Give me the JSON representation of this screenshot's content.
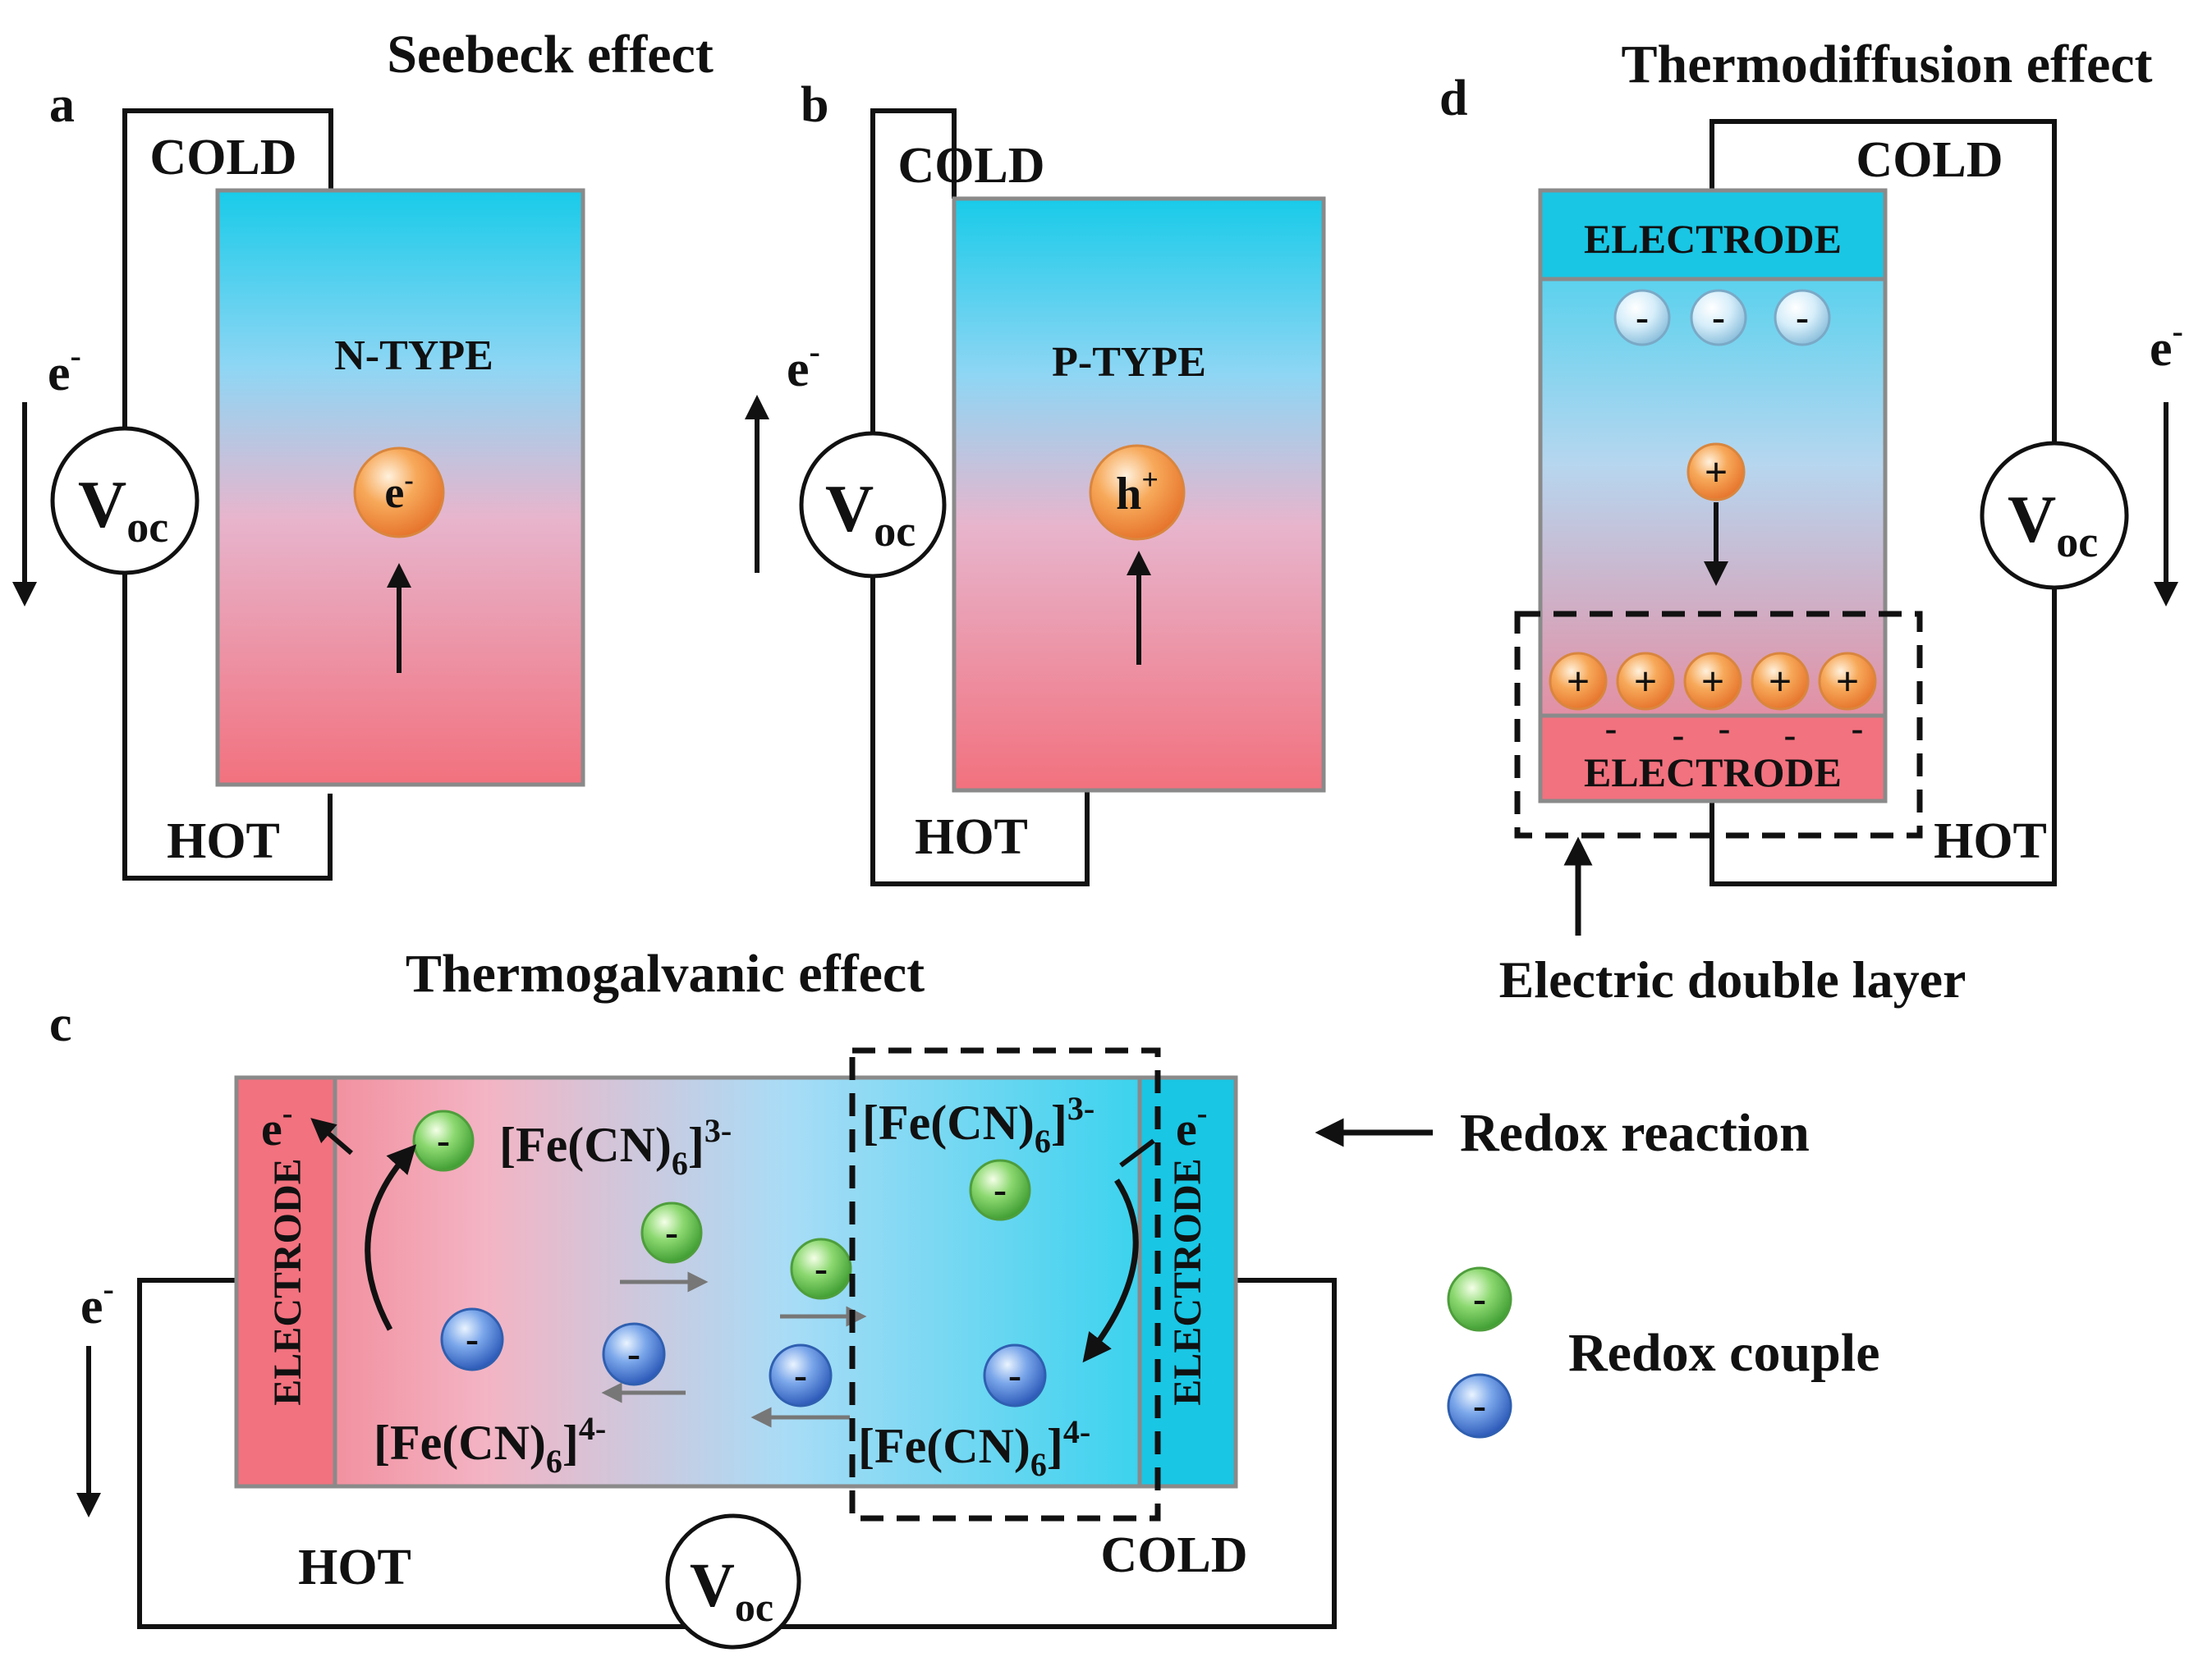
{
  "panels": {
    "a": {
      "letter": "a",
      "title": "Seebeck effect",
      "cold": "COLD",
      "hot": "HOT",
      "type": "N-TYPE",
      "carrier": "e",
      "carrier_sup": "-",
      "meter_v": "V",
      "meter_sub": "oc",
      "e": "e",
      "e_sup": "-"
    },
    "b": {
      "letter": "b",
      "cold": "COLD",
      "hot": "HOT",
      "type": "P-TYPE",
      "carrier": "h",
      "carrier_sup": "+",
      "meter_v": "V",
      "meter_sub": "oc",
      "e": "e",
      "e_sup": "-"
    },
    "c": {
      "letter": "c",
      "title": "Thermogalvanic effect",
      "hot": "HOT",
      "cold": "COLD",
      "electrode_left": "ELECTRODE",
      "electrode_right": "ELECTRODE",
      "fe3_left": {
        "base": "[Fe(CN)",
        "sub": "6",
        "tail": "]",
        "sup": "3-"
      },
      "fe3_right": {
        "base": "[Fe(CN)",
        "sub": "6",
        "tail": "]",
        "sup": "3-"
      },
      "fe4_left": {
        "base": "[Fe(CN)",
        "sub": "6",
        "tail": "]",
        "sup": "4-"
      },
      "fe4_right": {
        "base": "[Fe(CN)",
        "sub": "6",
        "tail": "]",
        "sup": "4-"
      },
      "e": "e",
      "e_sup": "-",
      "meter_v": "V",
      "meter_sub": "oc",
      "redox_reaction": "Redox reaction",
      "redox_couple": "Redox couple",
      "ion_minus": "-"
    },
    "d": {
      "letter": "d",
      "title": "Thermodiffusion effect",
      "cold": "COLD",
      "hot": "HOT",
      "electrode_top": "ELECTRODE",
      "electrode_bottom": "ELECTRODE",
      "edl": "Electric double layer",
      "e": "e",
      "e_sup": "-",
      "meter_v": "V",
      "meter_sub": "oc",
      "ion_minus": "-",
      "ion_plus": "+"
    }
  },
  "colors": {
    "cold": "#14c8e8",
    "hot": "#f26f7d",
    "ion_orange": "#f28a3c",
    "ion_green": "#5cc04a",
    "ion_blue": "#3d6fd0",
    "ion_light": "#bfe3f3"
  }
}
